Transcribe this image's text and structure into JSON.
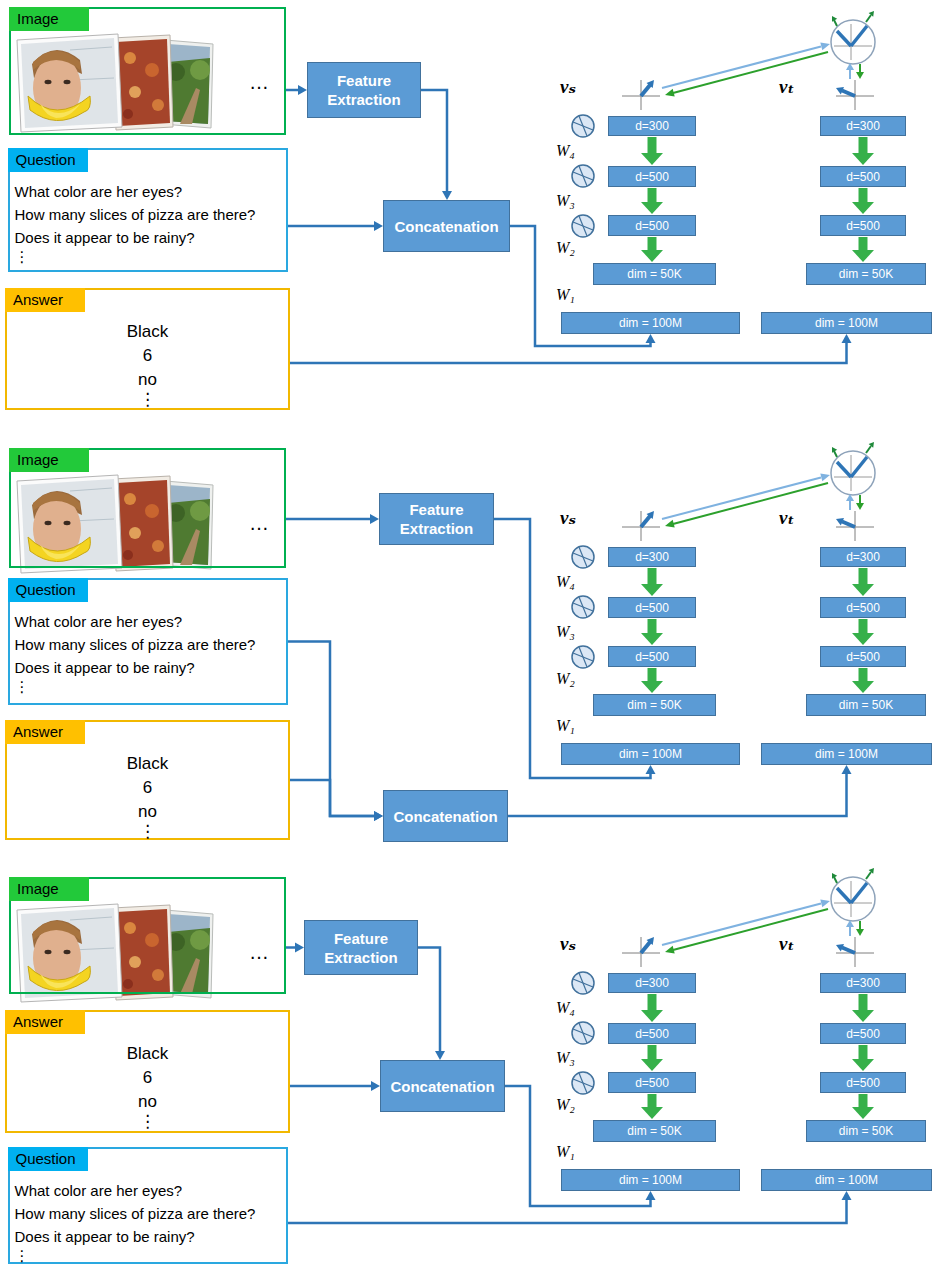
{
  "diagram": {
    "nodes": [
      {
        "text": [
          "Image",
          "…"
        ]
      },
      {
        "text": [
          "Feature Extraction"
        ]
      },
      {
        "text": [
          "Question",
          "What color are her eyes?",
          "How many slices of pizza are there?",
          "Does it appear to be rainy?",
          "⋮"
        ]
      },
      {
        "text": [
          "Concatenation"
        ]
      },
      {
        "text": [
          "Answer",
          "Black",
          "6",
          "no",
          "⋮"
        ]
      },
      {
        "text": [
          "d=300"
        ]
      },
      {
        "text": [
          "d=500"
        ]
      },
      {
        "text": [
          "d=500"
        ]
      },
      {
        "text": [
          "dim = 50K"
        ]
      },
      {
        "text": [
          "dim = 100M"
        ]
      },
      {
        "text": [
          "d=300"
        ]
      },
      {
        "text": [
          "d=500"
        ]
      },
      {
        "text": [
          "d=500"
        ]
      },
      {
        "text": [
          "dim = 50K"
        ]
      },
      {
        "text": [
          "dim = 100M"
        ]
      },
      {
        "text": [
          "Image",
          "…"
        ]
      },
      {
        "text": [
          "Feature Extraction"
        ]
      },
      {
        "text": [
          "Question",
          "What color are her eyes?",
          "How many slices of pizza are there?",
          "Does it appear to be rainy?",
          "⋮"
        ]
      },
      {
        "text": [
          "Concatenation"
        ]
      },
      {
        "text": [
          "Answer",
          "Black",
          "6",
          "no",
          "⋮"
        ]
      },
      {
        "text": [
          "d=300"
        ]
      },
      {
        "text": [
          "d=500"
        ]
      },
      {
        "text": [
          "d=500"
        ]
      },
      {
        "text": [
          "dim = 50K"
        ]
      },
      {
        "text": [
          "dim = 100M"
        ]
      },
      {
        "text": [
          "d=300"
        ]
      },
      {
        "text": [
          "d=500"
        ]
      },
      {
        "text": [
          "d=500"
        ]
      },
      {
        "text": [
          "dim = 50K"
        ]
      },
      {
        "text": [
          "dim = 100M"
        ]
      },
      {
        "text": [
          "Image",
          "…"
        ]
      },
      {
        "text": [
          "Feature Extraction"
        ]
      },
      {
        "text": [
          "Answer",
          "Black",
          "6",
          "no",
          "⋮"
        ]
      },
      {
        "text": [
          "Concatenation"
        ]
      },
      {
        "text": [
          "Question",
          "What color are her eyes?",
          "How many slices of pizza are there?",
          "Does it appear to be rainy?",
          "⋮"
        ]
      },
      {
        "text": [
          "d=300"
        ]
      },
      {
        "text": [
          "d=500"
        ]
      },
      {
        "text": [
          "d=500"
        ]
      },
      {
        "text": [
          "dim = 50K"
        ]
      },
      {
        "text": [
          "dim = 100M"
        ]
      },
      {
        "text": [
          "d=300"
        ]
      },
      {
        "text": [
          "d=500"
        ]
      },
      {
        "text": [
          "d=500"
        ]
      },
      {
        "text": [
          "dim = 50K"
        ]
      },
      {
        "text": [
          "dim = 100M"
        ]
      }
    ],
    "edges": [
      {
        "from": 0,
        "to": 1,
        "arrow": "to"
      },
      {
        "from": 1,
        "to": 3,
        "arrow": "to"
      },
      {
        "from": 2,
        "to": 3,
        "arrow": "to"
      },
      {
        "from": 3,
        "to": 9,
        "arrow": "to"
      },
      {
        "from": 4,
        "to": 14,
        "arrow": "to"
      },
      {
        "from": 5,
        "to": 6,
        "arrow": "to"
      },
      {
        "from": 6,
        "to": 7,
        "arrow": "to"
      },
      {
        "from": 7,
        "to": 8,
        "arrow": "to"
      },
      {
        "from": 10,
        "to": 11,
        "arrow": "to"
      },
      {
        "from": 11,
        "to": 12,
        "arrow": "to"
      },
      {
        "from": 12,
        "to": 13,
        "arrow": "to"
      },
      {
        "from": 15,
        "to": 16,
        "arrow": "to"
      },
      {
        "from": 16,
        "to": 24,
        "arrow": "to"
      },
      {
        "from": 17,
        "to": 18,
        "arrow": "to"
      },
      {
        "from": 19,
        "to": 18,
        "arrow": "to"
      },
      {
        "from": 18,
        "to": 29,
        "arrow": "to"
      },
      {
        "from": 20,
        "to": 21,
        "arrow": "to"
      },
      {
        "from": 21,
        "to": 22,
        "arrow": "to"
      },
      {
        "from": 22,
        "to": 23,
        "arrow": "to"
      },
      {
        "from": 25,
        "to": 26,
        "arrow": "to"
      },
      {
        "from": 26,
        "to": 27,
        "arrow": "to"
      },
      {
        "from": 27,
        "to": 28,
        "arrow": "to"
      },
      {
        "from": 30,
        "to": 31,
        "arrow": "to"
      },
      {
        "from": 31,
        "to": 33,
        "arrow": "to"
      },
      {
        "from": 32,
        "to": 33,
        "arrow": "to"
      },
      {
        "from": 33,
        "to": 39,
        "arrow": "to"
      },
      {
        "from": 34,
        "to": 44,
        "arrow": "to"
      },
      {
        "from": 35,
        "to": 36,
        "arrow": "to"
      },
      {
        "from": 36,
        "to": 37,
        "arrow": "to"
      },
      {
        "from": 37,
        "to": 38,
        "arrow": "to"
      },
      {
        "from": 40,
        "to": 41,
        "arrow": "to"
      },
      {
        "from": 41,
        "to": 42,
        "arrow": "to"
      },
      {
        "from": 42,
        "to": 43,
        "arrow": "to"
      }
    ],
    "labels": [
      "vₛ",
      "vₜ",
      "W₄",
      "W₃",
      "W₂",
      "W₁",
      "vₛ",
      "vₜ",
      "W₄",
      "W₃",
      "W₂",
      "W₁",
      "vₛ",
      "vₜ",
      "W₄",
      "W₃",
      "W₂",
      "W₁"
    ]
  }
}
